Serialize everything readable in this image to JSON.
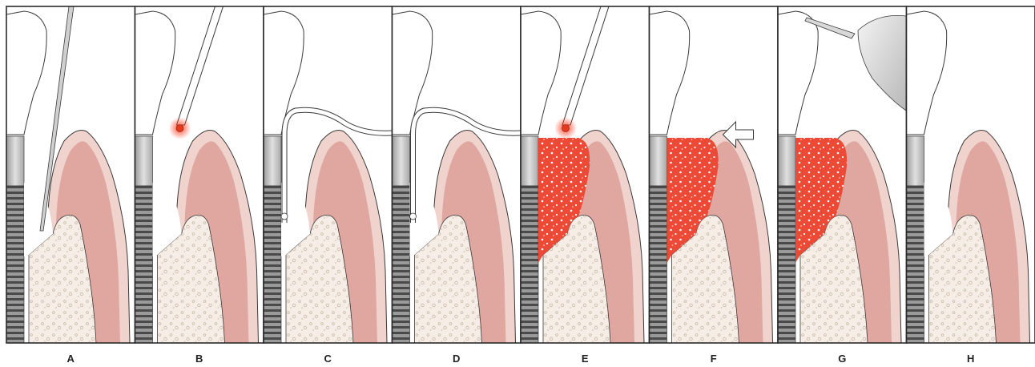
{
  "panels": [
    {
      "label": "A",
      "tool": "periodontal-probe",
      "bone_graft": false,
      "laser": false
    },
    {
      "label": "B",
      "tool": "laser-fiber",
      "bone_graft": false,
      "laser": true
    },
    {
      "label": "C",
      "tool": "curved-instrument",
      "bone_graft": false,
      "laser": false
    },
    {
      "label": "D",
      "tool": "curved-instrument",
      "bone_graft": false,
      "laser": false
    },
    {
      "label": "E",
      "tool": "laser-fiber",
      "bone_graft": true,
      "laser": true
    },
    {
      "label": "F",
      "tool": "pressure-arrow",
      "bone_graft": true,
      "laser": false
    },
    {
      "label": "G",
      "tool": "ultrasonic-tip",
      "bone_graft": true,
      "laser": false
    },
    {
      "label": "H",
      "tool": "none",
      "bone_graft": false,
      "laser": false
    }
  ],
  "colors": {
    "gingiva": "#dfa79f",
    "gingiva_light": "#f0d3cd",
    "bone": "#f5ede5",
    "blood_clot": "#ec4a36",
    "implant": "#8d8d8d",
    "outline": "#3a3a3a",
    "frame": "#2a2a2a"
  }
}
